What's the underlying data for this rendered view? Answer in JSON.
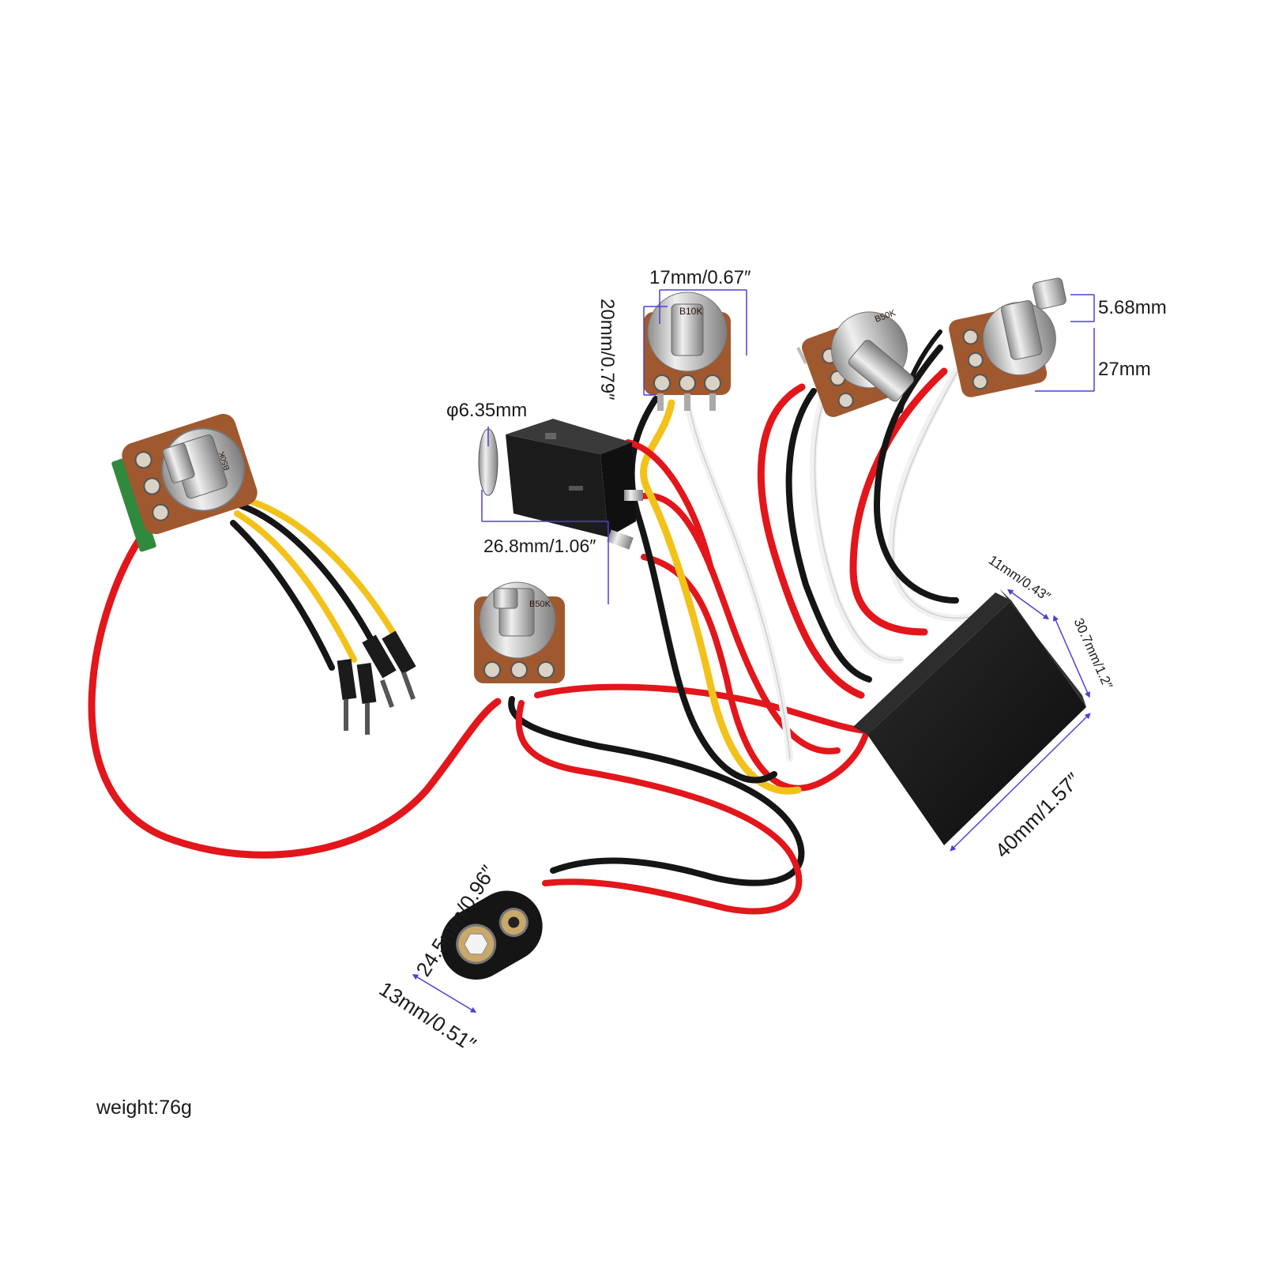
{
  "dimensions": {
    "pot_width": "17mm/0.67″",
    "pot_height": "20mm/0.79″",
    "jack_diameter": "φ6.35mm",
    "jack_length": "26.8mm/1.06″",
    "shaft_diameter": "5.68mm",
    "shaft_length": "27mm",
    "preamp_height": "11mm/0.43″",
    "preamp_depth": "30.7mm/1.2″",
    "preamp_length": "40mm/1.57″",
    "clip_width": "24.5mm/0.96″",
    "clip_height": "13mm/0.51″"
  },
  "pot_marks": [
    "B50K",
    "B10K",
    "B50K",
    "B50K"
  ],
  "weight": "weight:76g",
  "colors": {
    "wire_red": "#e2161b",
    "wire_black": "#151515",
    "wire_yellow": "#f2c21a",
    "wire_white": "#f1f1f1",
    "pot_body": "#a0582f",
    "dimension_line": "#4b3fd9"
  }
}
